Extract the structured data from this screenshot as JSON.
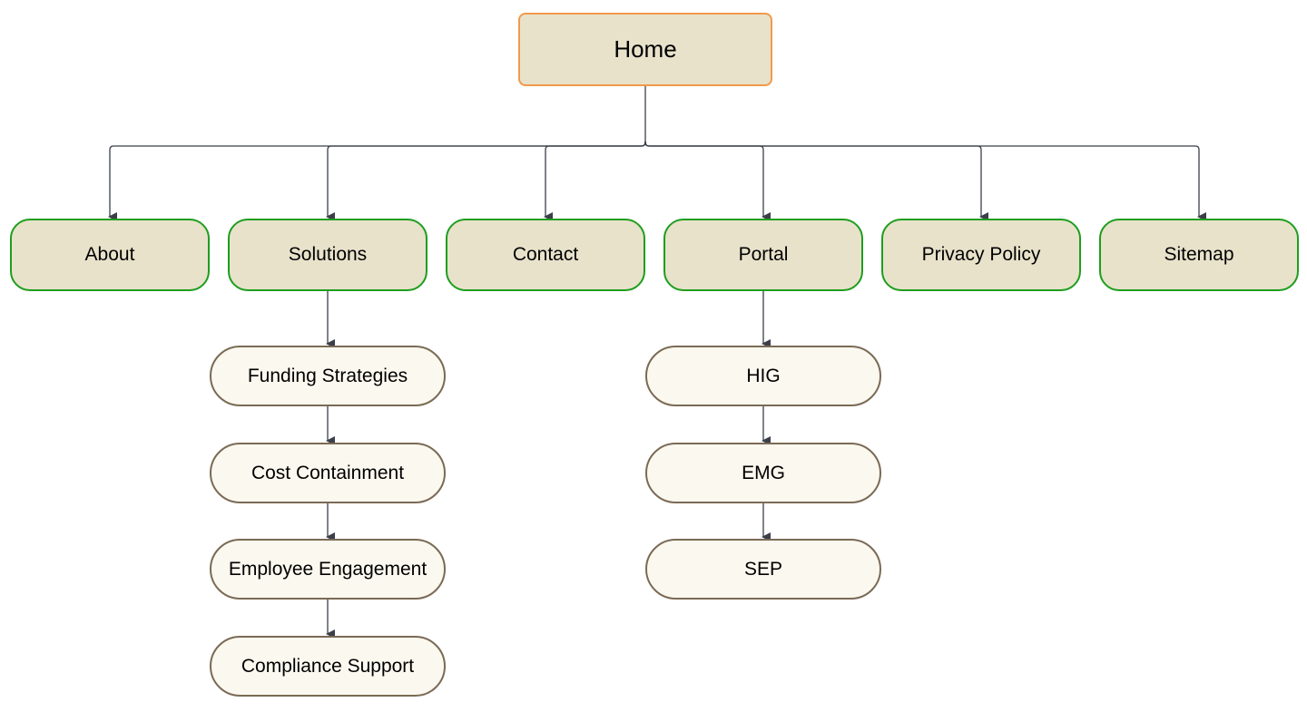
{
  "colors": {
    "home_fill": "#e8e2cb",
    "home_border": "#f2994a",
    "section_fill": "#e8e2cb",
    "section_border": "#1e9e1e",
    "leaf_fill": "#fbf8ef",
    "leaf_border": "#7a6a55",
    "connector": "#3a3f4a"
  },
  "root": {
    "label": "Home"
  },
  "sections": [
    {
      "label": "About"
    },
    {
      "label": "Solutions"
    },
    {
      "label": "Contact"
    },
    {
      "label": "Portal"
    },
    {
      "label": "Privacy Policy"
    },
    {
      "label": "Sitemap"
    }
  ],
  "solutions_children": [
    {
      "label": "Funding Strategies"
    },
    {
      "label": "Cost Containment"
    },
    {
      "label": "Employee Engagement"
    },
    {
      "label": "Compliance Support"
    }
  ],
  "portal_children": [
    {
      "label": "HIG"
    },
    {
      "label": "EMG"
    },
    {
      "label": "SEP"
    }
  ]
}
